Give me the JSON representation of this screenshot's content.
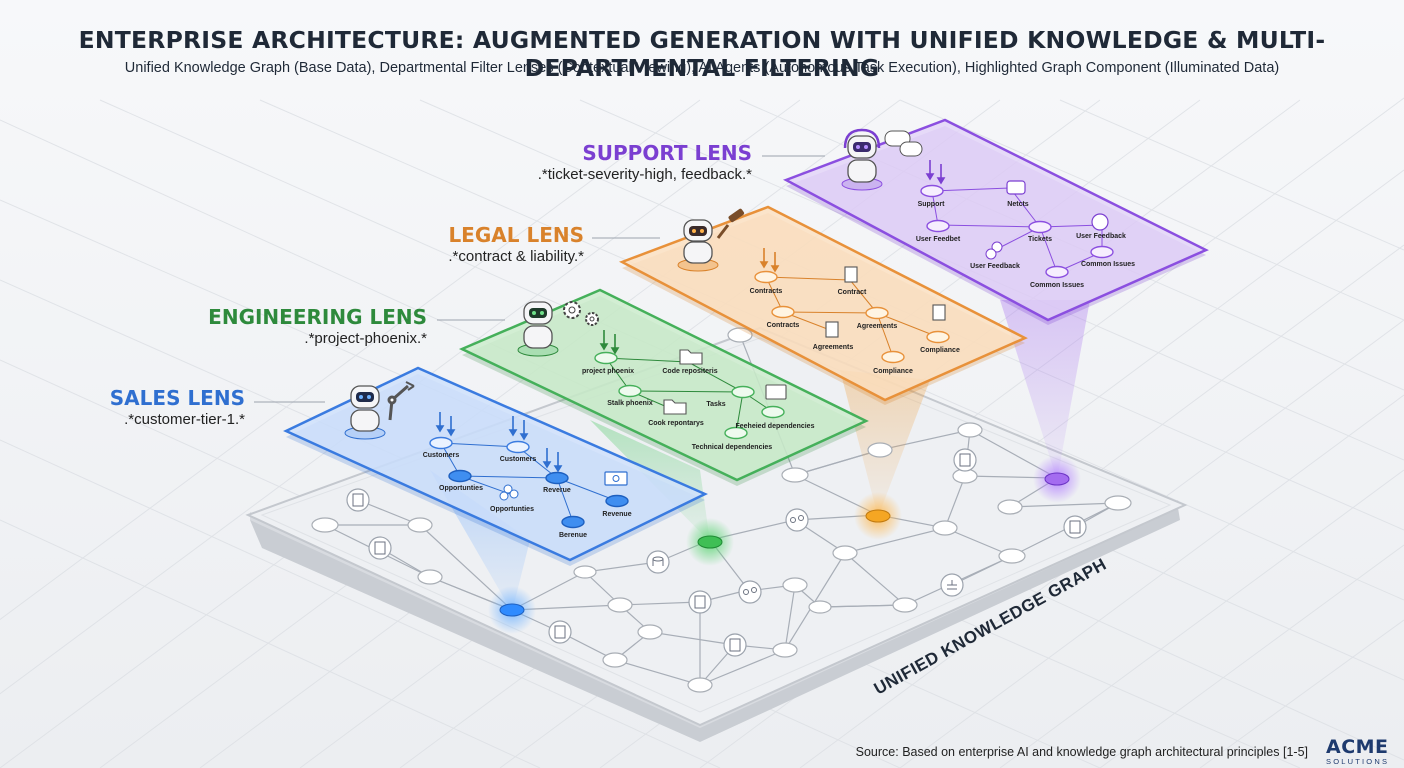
{
  "header": {
    "title": "ENTERPRISE ARCHITECTURE: AUGMENTED GENERATION WITH UNIFIED KNOWLEDGE & MULTI-DEPARTMENTAL FILTERING",
    "subtitle": "Unified Knowledge Graph (Base Data), Departmental Filter Lenses (Contextual Viewing), AI Agents (Autonomous Task Execution), Highlighted Graph Component (Illuminated Data)"
  },
  "base": {
    "label": "UNIFIED KNOWLEDGE GRAPH"
  },
  "lenses": [
    {
      "id": "sales",
      "title": "SALES LENS",
      "filter": ".*customer-tier-1.*",
      "color": "#2f6fd0",
      "nodes": [
        "Customers",
        "Customers",
        "Opportunties",
        "Reverue",
        "Opportunties",
        "Revenue",
        "Berenue"
      ]
    },
    {
      "id": "engineering",
      "title": "ENGINEERING LENS",
      "filter": ".*project-phoenix.*",
      "color": "#2e8a3c",
      "nodes": [
        "project phoenix",
        "Code repositeris",
        "Stalk phoenix",
        "Tasks",
        "Cook repontarys",
        "Feeheied dependencies",
        "Technical dependencies"
      ]
    },
    {
      "id": "legal",
      "title": "LEGAL LENS",
      "filter": ".*contract & liability.*",
      "color": "#d9822b",
      "nodes": [
        "Contracts",
        "Contract",
        "Contracts",
        "Agreements",
        "Agreements",
        "Compliance",
        "Compliance"
      ]
    },
    {
      "id": "support",
      "title": "SUPPORT LENS",
      "filter": ".*ticket-severity-high, feedback.*",
      "color": "#7b3fd1",
      "nodes": [
        "Support",
        "Netcts",
        "User Feedbet",
        "Tickets",
        "User Feedback",
        "User Feedback",
        "Common Issues",
        "Common Issues"
      ]
    }
  ],
  "footer": {
    "source": "Source: Based on enterprise AI and knowledge graph architectural principles [1-5]",
    "logo_name": "ACME",
    "logo_sub": "SOLUTIONS"
  },
  "colors": {
    "sales": "#2f6fd0",
    "engineering": "#2e8a3c",
    "legal": "#d9822b",
    "support": "#7b3fd1",
    "text": "#1f2937"
  }
}
